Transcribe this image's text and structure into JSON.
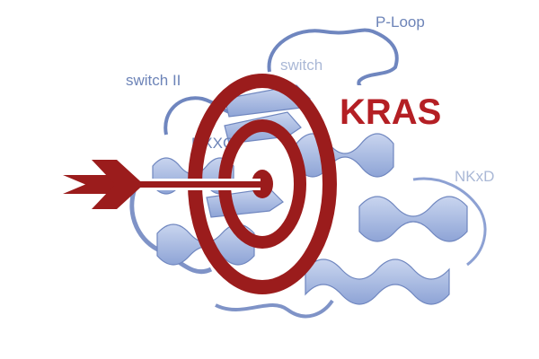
{
  "title": "KRAS",
  "labels": {
    "p_loop": "P-Loop",
    "switch_1": "switch",
    "switch_2": "switch II",
    "dxxg": "DXXG",
    "nkxd": "NKxD"
  },
  "colors": {
    "target_red": "#9b1c1c",
    "title_red": "#b41f24",
    "protein_fill": "#aebfe2",
    "protein_stroke": "#6f86bf",
    "label_blue": "#6d84b8",
    "label_faint": "#aab8d6"
  },
  "icons": {
    "target": "bullseye-target-icon",
    "arrow": "arrow-icon"
  }
}
